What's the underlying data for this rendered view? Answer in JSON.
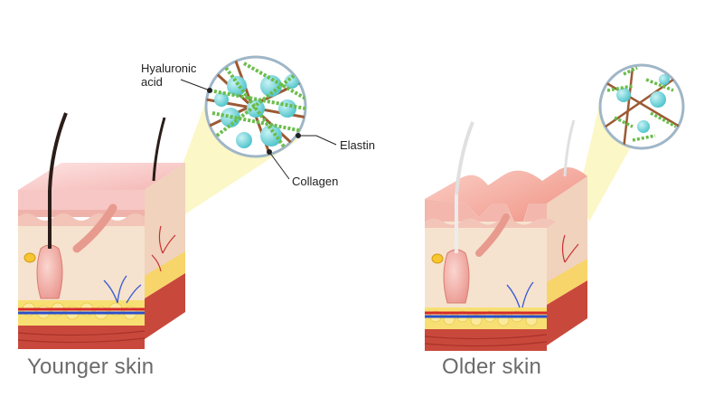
{
  "labels": {
    "hyaluronic_line1": "Hyaluronic",
    "hyaluronic_line2": "acid",
    "elastin": "Elastin",
    "collagen": "Collagen"
  },
  "captions": {
    "younger": "Younger skin",
    "older": "Older skin"
  },
  "colors": {
    "epidermis": "#f6c7c4",
    "dermis": "#f6e3cf",
    "fat": "#f7df73",
    "muscle": "#c9483c",
    "collagen": "#9b5a34",
    "elastin": "#6abd4b",
    "hyaluronic": "#6fd3d8",
    "zoom_cone": "#fbf7c4"
  }
}
